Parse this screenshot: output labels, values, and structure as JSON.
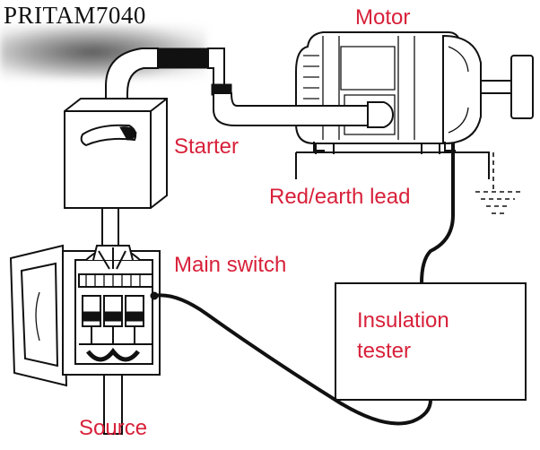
{
  "watermark": "PRITAM7040",
  "labels": {
    "motor": "Motor",
    "starter": "Starter",
    "red_earth_lead": "Red/earth lead",
    "main_switch": "Main switch",
    "insulation_tester_line1": "Insulation",
    "insulation_tester_line2": "tester",
    "source": "Source"
  },
  "colors": {
    "label_red": "#d8213a",
    "outline": "#111111",
    "background": "#ffffff"
  }
}
